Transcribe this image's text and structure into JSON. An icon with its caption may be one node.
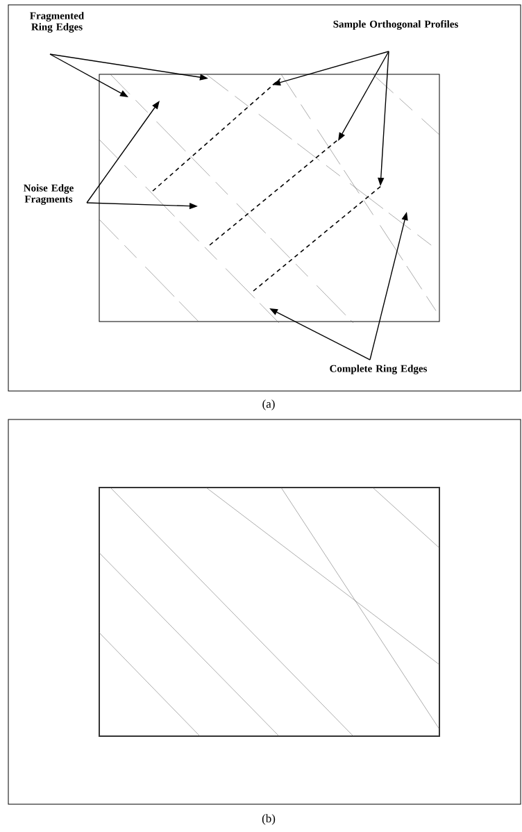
{
  "diagram": {
    "nodes": [
      {
        "text": [
          "Fragmented Ring Edges"
        ]
      },
      {
        "text": [
          "Sample Orthogonal Profiles"
        ]
      },
      {
        "text": [
          "Noise Edge Fragments"
        ]
      },
      {
        "text": [
          "Complete Ring Edges"
        ]
      }
    ],
    "edges": [
      {
        "from": 0,
        "to": null,
        "arrow": "to"
      },
      {
        "from": 0,
        "to": null,
        "arrow": "to"
      },
      {
        "from": 1,
        "to": null,
        "arrow": "to"
      },
      {
        "from": 1,
        "to": null,
        "arrow": "to"
      },
      {
        "from": 1,
        "to": null,
        "arrow": "to"
      },
      {
        "from": 2,
        "to": null,
        "arrow": "to"
      },
      {
        "from": 2,
        "to": null,
        "arrow": "to"
      },
      {
        "from": 3,
        "to": null,
        "arrow": "to"
      },
      {
        "from": 3,
        "to": null,
        "arrow": "to"
      }
    ],
    "labels": [
      "(a)",
      "(b)"
    ]
  }
}
